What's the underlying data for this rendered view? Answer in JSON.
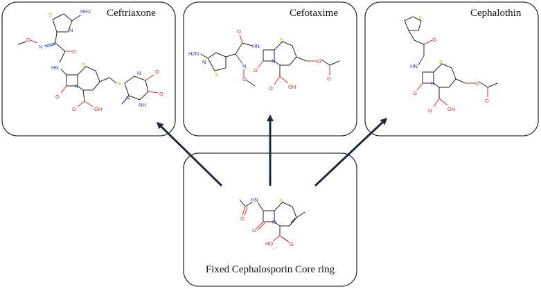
{
  "diagram": {
    "boxes": [
      {
        "title": "Ceftriaxone"
      },
      {
        "title": "Cefotaxime"
      },
      {
        "title": "Cephalothin"
      }
    ],
    "core": {
      "title": "Fixed Cephalosporin Core ring"
    }
  },
  "atoms": {
    "s": "S",
    "n": "N",
    "o": "O",
    "nh": "NH",
    "hn": "HN",
    "nh2": "NH2",
    "h2n": "H2N",
    "oh": "OH",
    "ho": "HO"
  },
  "colors": {
    "nitrogen": "#2a3fd0",
    "oxygen": "#e0302a",
    "sulfur": "#c9b000",
    "carbon": "#222222",
    "arrow": "#1e2a3a"
  }
}
